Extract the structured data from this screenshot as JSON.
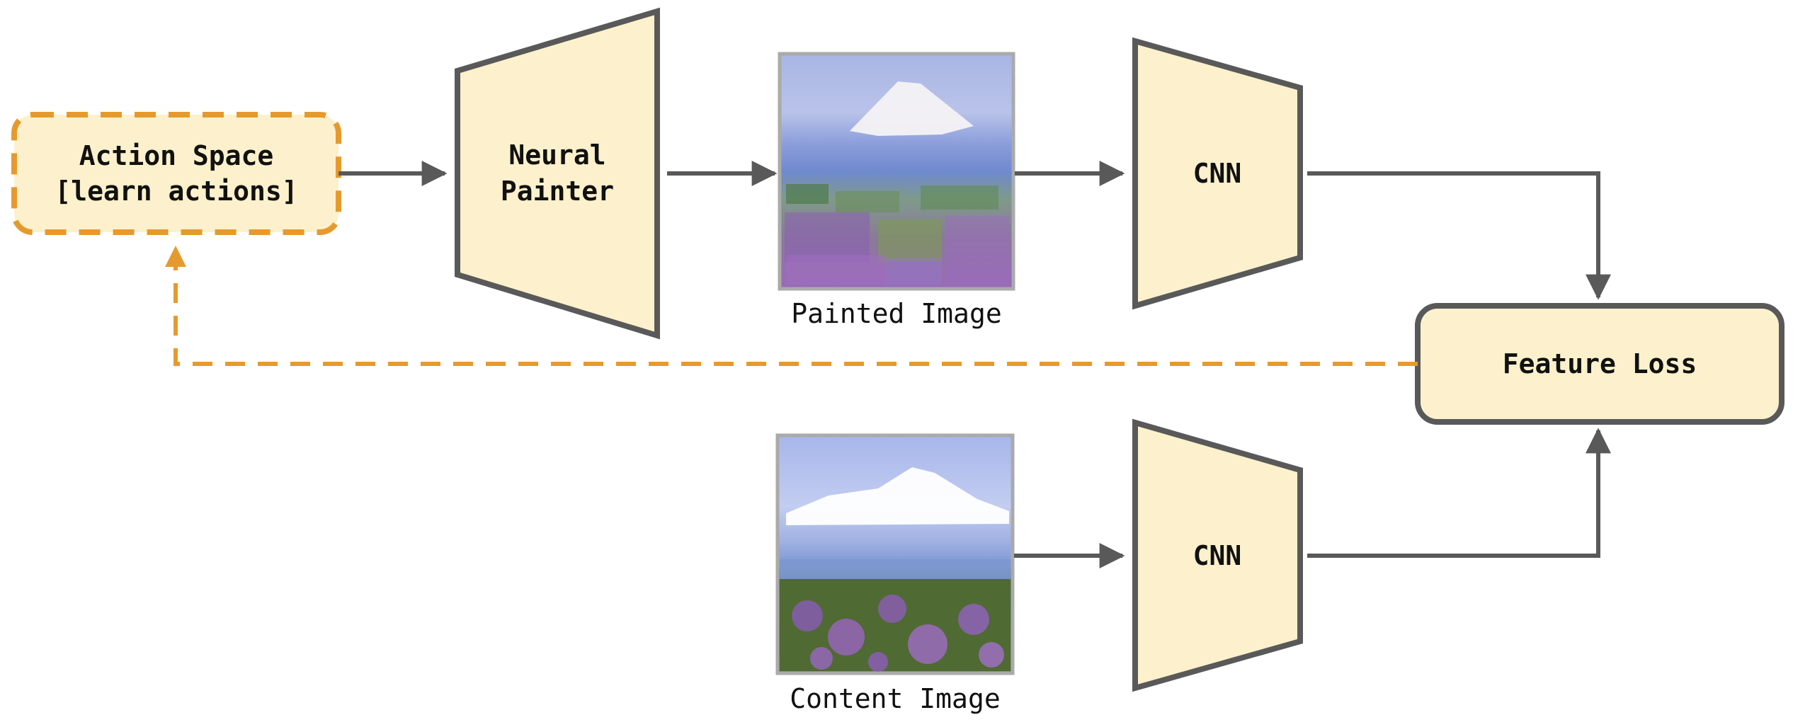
{
  "nodes": {
    "action_space": {
      "line1": "Action Space",
      "line2": "[learn actions]"
    },
    "neural_painter": {
      "line1": "Neural",
      "line2": "Painter"
    },
    "painted_image": {
      "caption": "Painted Image"
    },
    "cnn_top": {
      "label": "CNN"
    },
    "feature_loss": {
      "label": "Feature Loss"
    },
    "content_image": {
      "caption": "Content Image"
    },
    "cnn_bottom": {
      "label": "CNN"
    }
  },
  "colors": {
    "box_fill": "#fcf1cc",
    "stroke": "#595959",
    "accent_dashed": "#e69a2e",
    "text": "#111111"
  }
}
